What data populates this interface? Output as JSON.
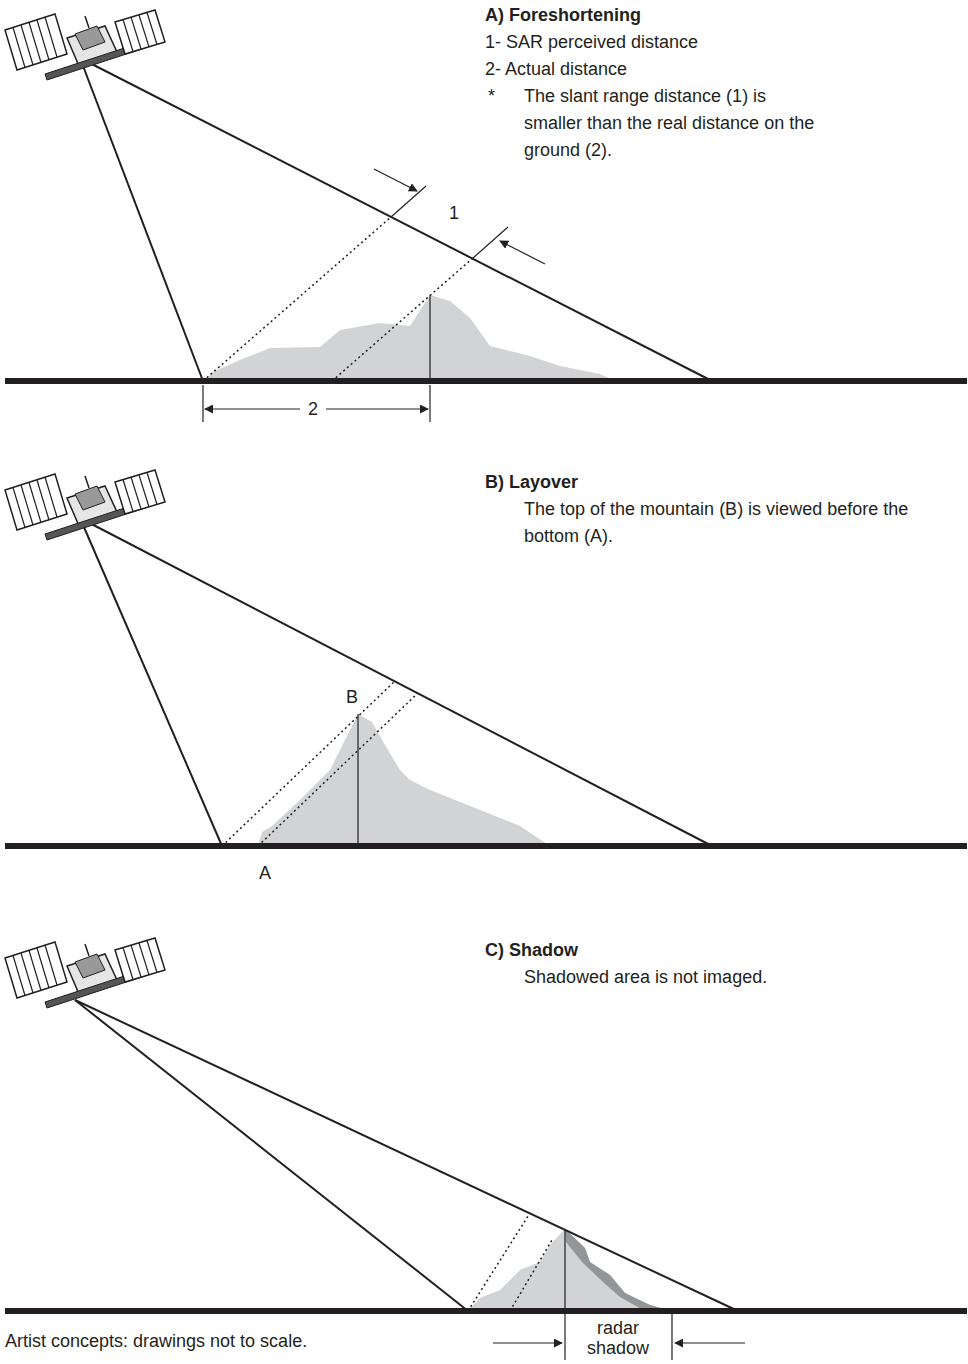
{
  "diagram": {
    "labels": [
      "A) Foreshortening",
      "1- SAR perceived distance",
      "2- Actual distance",
      "*",
      "The slant range distance (1) is smaller than the real distance on the ground (2).",
      "1",
      "2",
      "B) Layover",
      "The top of the mountain (B) is viewed before the bottom (A).",
      "B",
      "A",
      "C) Shadow",
      "Shadowed area is not imaged.",
      "radar shadow",
      "Artist concepts: drawings not to scale."
    ]
  }
}
